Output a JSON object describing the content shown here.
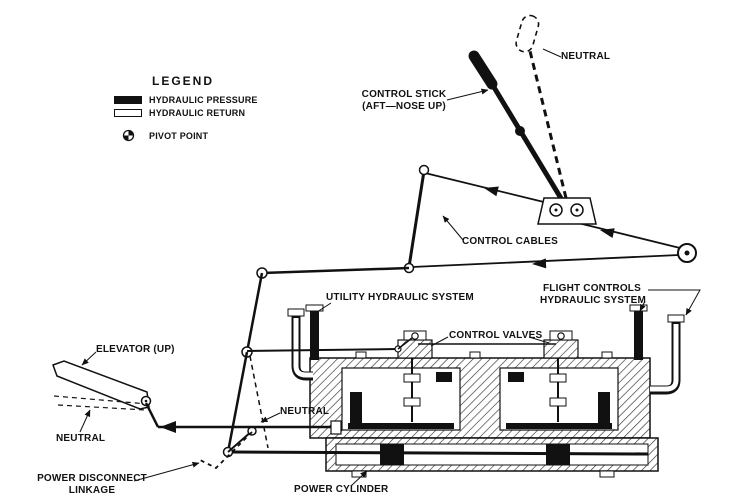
{
  "figure": {
    "ink_color": "#1a1a1a",
    "background_color": "#ffffff"
  },
  "legend": {
    "title": "LEGEND",
    "items": [
      {
        "swatch": "solid-black-bar",
        "label": "HYDRAULIC PRESSURE"
      },
      {
        "swatch": "outlined-white-bar",
        "label": "HYDRAULIC RETURN"
      },
      {
        "swatch": "quartered-circle",
        "label": "PIVOT POINT"
      }
    ]
  },
  "labels": {
    "neutral_stick": "NEUTRAL",
    "control_stick_line1": "CONTROL STICK",
    "control_stick_line2": "(AFT—NOSE UP)",
    "control_cables": "CONTROL CABLES",
    "utility_hydraulic_system": "UTILITY HYDRAULIC SYSTEM",
    "flight_controls_line1": "FLIGHT CONTROLS",
    "flight_controls_line2": "HYDRAULIC SYSTEM",
    "control_valves": "CONTROL VALVES",
    "elevator_up": "ELEVATOR (UP)",
    "neutral_elevator": "NEUTRAL",
    "neutral_linkage": "NEUTRAL",
    "power_disconnect_line1": "POWER DISCONNECT",
    "power_disconnect_line2": "LINKAGE",
    "power_cylinder": "POWER CYLINDER"
  }
}
